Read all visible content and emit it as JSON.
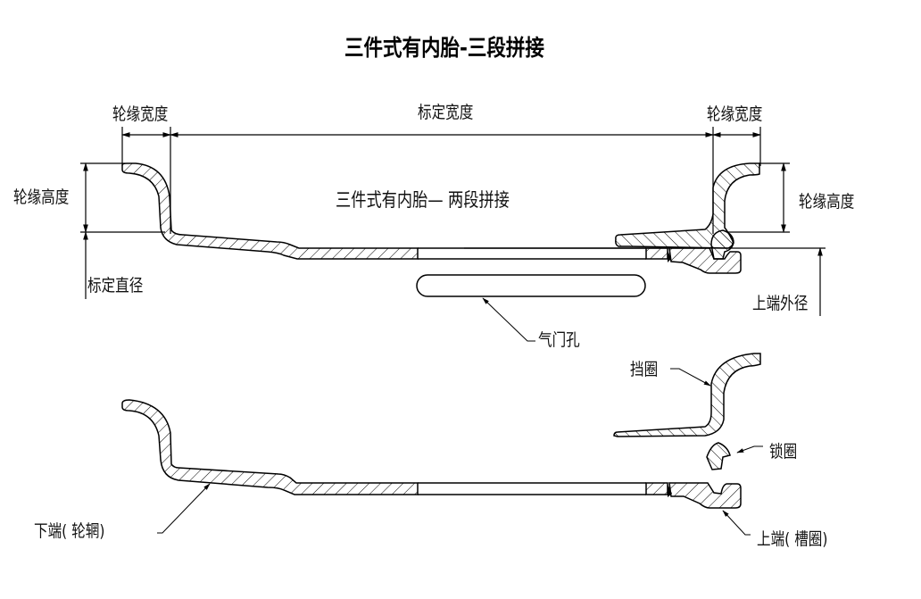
{
  "title": "三件式有内胎-三段拼接",
  "subtitle": "三件式有内胎— 两段拼接",
  "labels": {
    "flange_width_left": "轮缘宽度",
    "nominal_width": "标定宽度",
    "flange_width_right": "轮缘宽度",
    "flange_height_left": "轮缘高度",
    "flange_height_right": "轮缘高度",
    "nominal_diameter": "标定直径",
    "upper_end_outer_diameter": "上端外径",
    "valve_hole": "气门孔",
    "retaining_ring": "挡圈",
    "lock_ring": "锁圈",
    "lower_end_rim": "下端( 轮辋)",
    "upper_end_gutter_ring": "上端( 槽圈)"
  },
  "colors": {
    "line": "#000000",
    "background": "#ffffff"
  }
}
